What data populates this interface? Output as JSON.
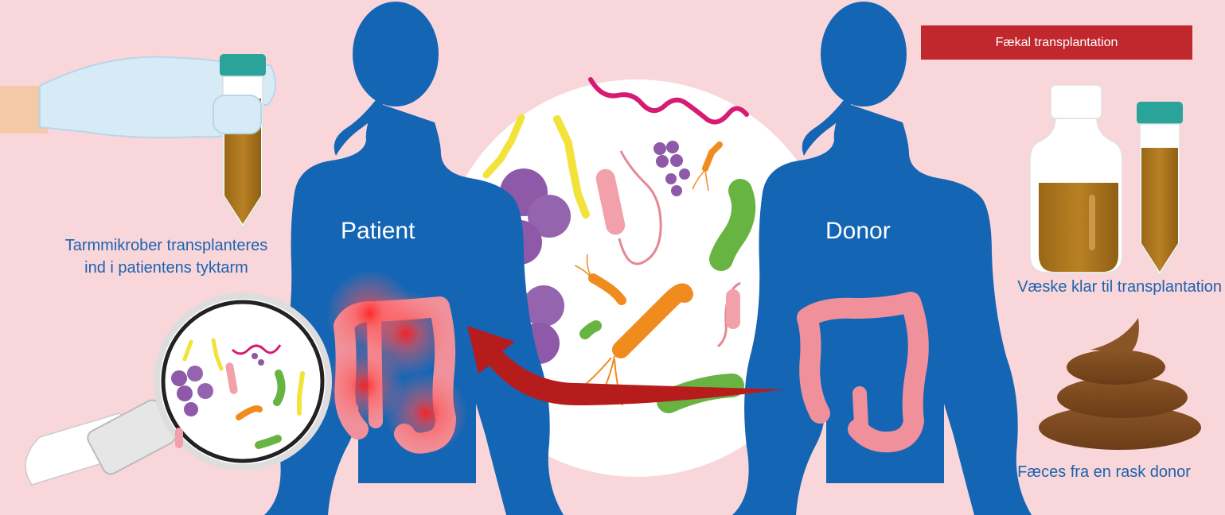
{
  "title": "Fækal transplantation",
  "labels": {
    "patient": "Patient",
    "donor": "Donor",
    "transplant_line1": "Tarmmikrober transplanteres",
    "transplant_line2": "ind i patientens tyktarm",
    "liquid_ready": "Væske klar til transplantation",
    "feces_donor": "Fæces fra en rask donor"
  },
  "colors": {
    "background": "#f9d6da",
    "silhouette": "#1565b5",
    "arrow": "#b71c1c",
    "title_box": "#c0282d",
    "label_text": "#1c63b0",
    "feces": "#7a4a1e",
    "liquid": "#a8741e",
    "cap": "#2aa39a",
    "colon": "#f0909a"
  },
  "icons": [
    "gloved-hand-icon",
    "test-tube-icon",
    "magnifier-icon",
    "bottle-icon",
    "feces-icon",
    "bacteria-icon",
    "colon-icon",
    "arrow-icon"
  ]
}
